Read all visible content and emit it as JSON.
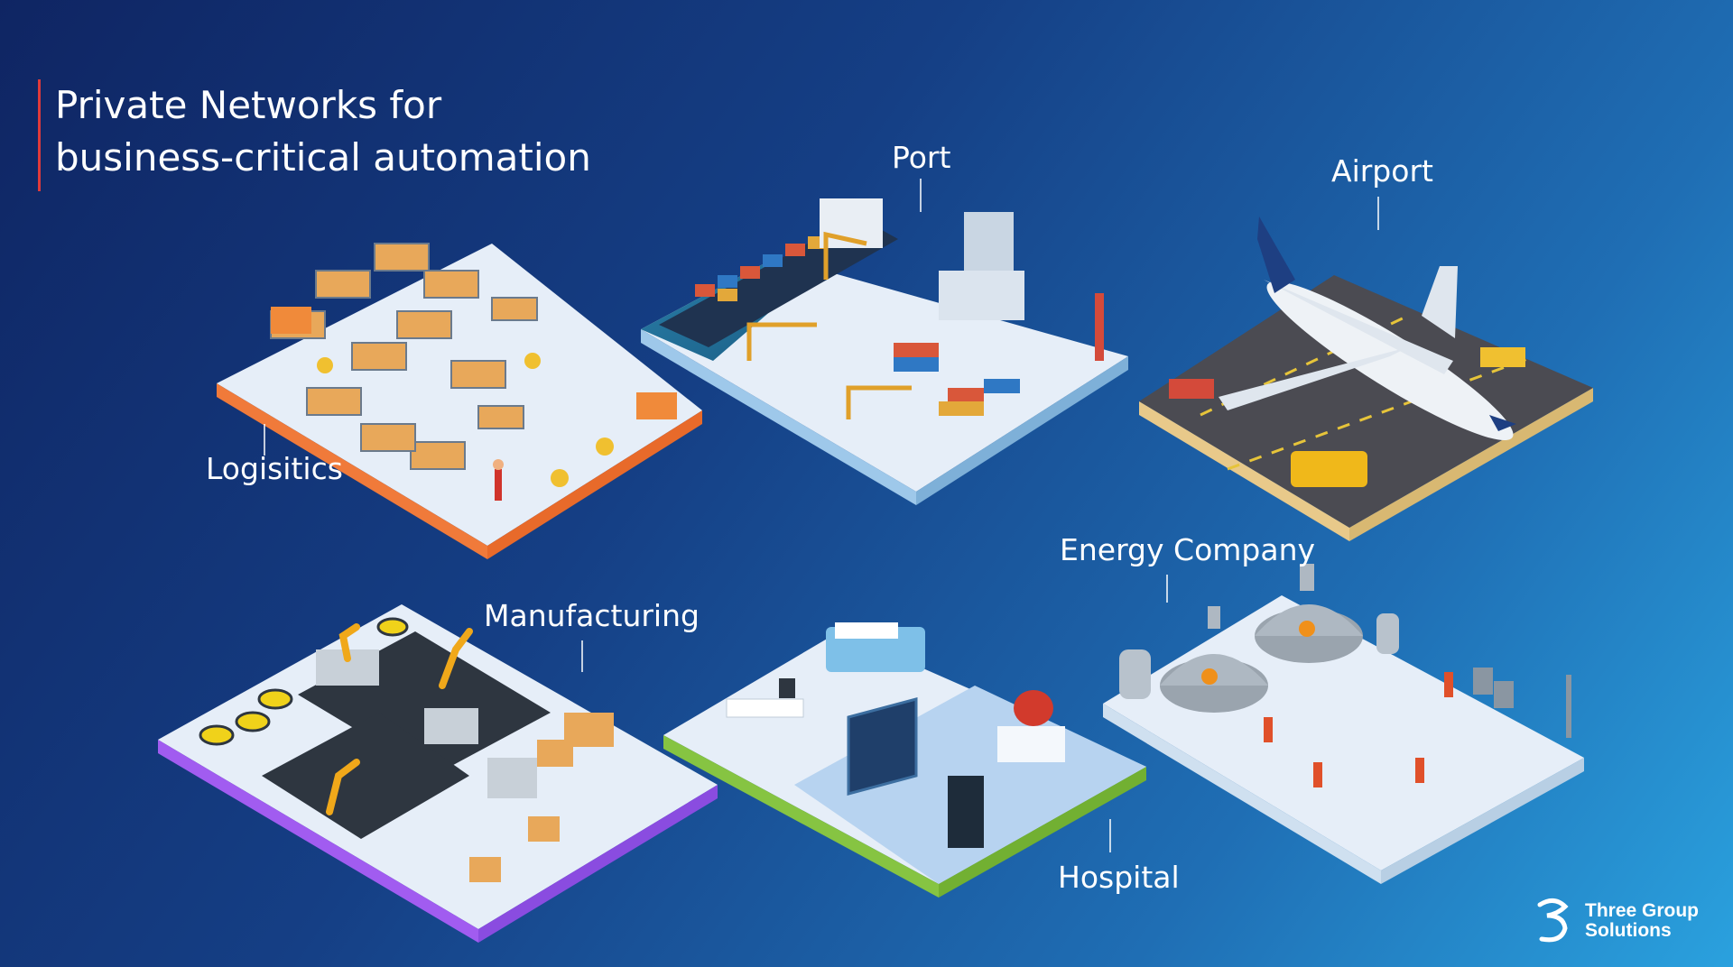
{
  "title": {
    "line1": "Private Networks for",
    "line2": "business-critical automation"
  },
  "labels": {
    "logistics": "Logisitics",
    "port": "Port",
    "airport": "Airport",
    "manufacturing": "Manufacturing",
    "hospital": "Hospital",
    "energy": "Energy Company"
  },
  "brand": {
    "line1": "Three Group",
    "line2": "Solutions",
    "icon": "three-logo-icon"
  },
  "colors": {
    "title_accent": "#e03a3a",
    "logistics_edge": "#f07a3a",
    "port_edge": "#9ec8ea",
    "airport_edge": "#e8c98a",
    "manufacturing_edge": "#a15cf0",
    "hospital_edge": "#86c442",
    "energy_edge": "#cfe0f0"
  }
}
